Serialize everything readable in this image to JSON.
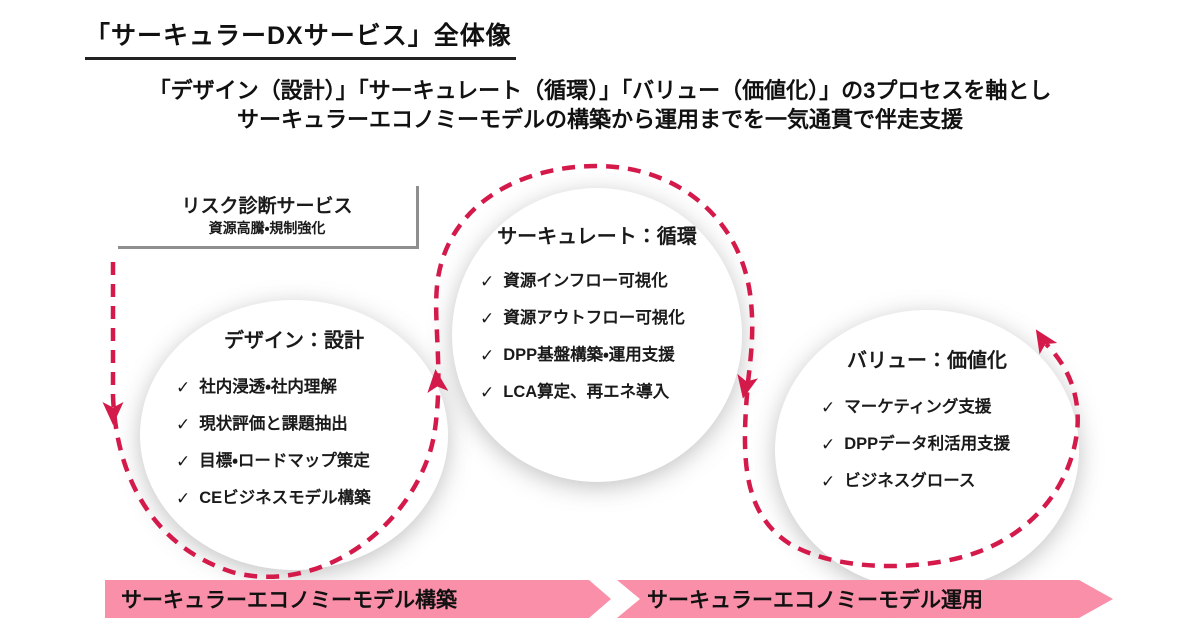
{
  "page": {
    "title": "「サーキュラーDXサービス」全体像",
    "subtitle_line1": "「デザイン（設計）」「サーキュレート（循環）」「バリュー（価値化）」の3プロセスを軸とし",
    "subtitle_line2": "サーキュラーエコノミーモデルの構築から運用までを一気通貫で伴走支援"
  },
  "risk_box": {
    "title": "リスク診断サービス",
    "subtitle": "資源高騰・規制強化"
  },
  "processes": [
    {
      "id": "design",
      "title": "デザイン：設計",
      "items": [
        "社内浸透・社内理解",
        "現状評価と課題抽出",
        "目標・ロードマップ策定",
        "CEビジネスモデル構築"
      ]
    },
    {
      "id": "circulate",
      "title": "サーキュレート：循環",
      "items": [
        "資源インフロー可視化",
        "資源アウトフロー可視化",
        "DPP基盤構築・運用支援",
        "LCA算定、再エネ導入"
      ]
    },
    {
      "id": "value",
      "title": "バリュー：価値化",
      "items": [
        "マーケティング支援",
        "DPPデータ利活用支援",
        "ビジネスグロース"
      ]
    }
  ],
  "banners": [
    {
      "label": "サーキュラーエコノミーモデル構築"
    },
    {
      "label": "サーキュラーエコノミーモデル運用"
    }
  ],
  "icons": {
    "check": "✓"
  },
  "colors": {
    "accent_crimson": "#d31a4a",
    "banner_pink": "#f98fa8",
    "shadow_gray": "#8f8f8f",
    "text_black": "#111111",
    "circle_white": "#ffffff"
  }
}
